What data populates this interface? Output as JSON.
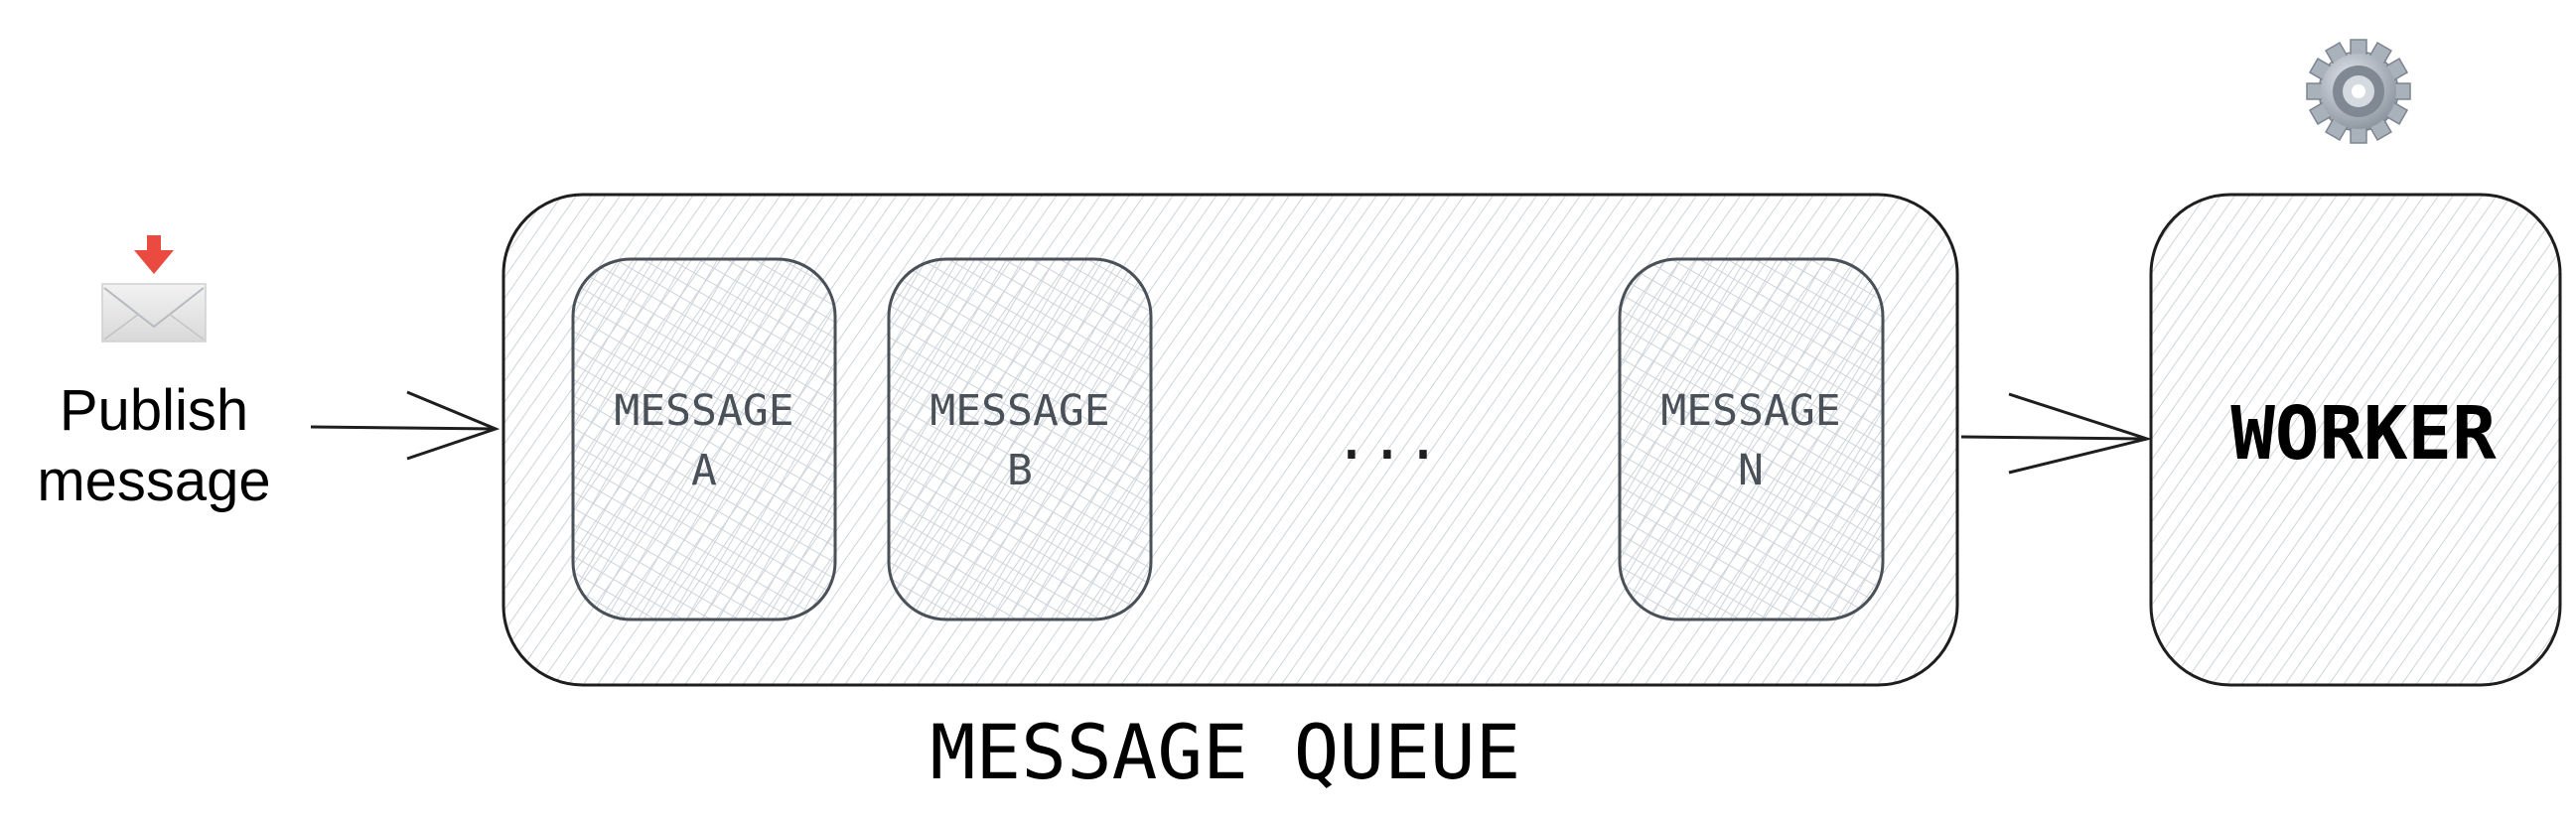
{
  "publisher": {
    "icon": "incoming-envelope-icon",
    "label_lines": [
      "Publish",
      "message"
    ]
  },
  "queue": {
    "label": "MESSAGE QUEUE",
    "messages": [
      {
        "lines": [
          "MESSAGE",
          "A"
        ]
      },
      {
        "lines": [
          "MESSAGE",
          "B"
        ]
      },
      {
        "lines": [
          "MESSAGE",
          "N"
        ]
      }
    ],
    "ellipsis": "..."
  },
  "worker": {
    "icon": "gear-icon",
    "label": "WORKER"
  },
  "colors": {
    "stroke": "#1e1e1e",
    "message_stroke": "#495057",
    "message_text": "#495057",
    "hatch": "#ced4da"
  }
}
